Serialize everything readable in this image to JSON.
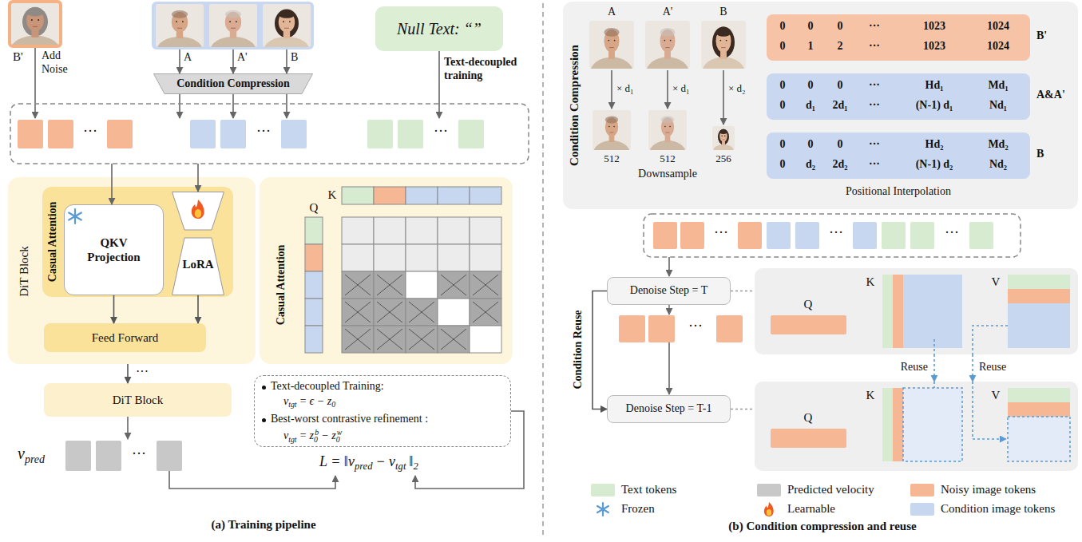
{
  "diagram": {
    "nodes": [
      {
        "text": [
          "Null Text: “”"
        ]
      },
      {
        "text": [
          "Condition Compression"
        ]
      },
      {
        "text": [
          "DiT Block"
        ]
      },
      {
        "text": [
          "Casual Attention"
        ],
        "in": 2
      },
      {
        "text": [
          "QKV Projection"
        ],
        "in": 3
      },
      {
        "text": [
          "LoRA"
        ],
        "in": 3
      },
      {
        "text": [
          "Feed Forward"
        ],
        "in": 2
      },
      {
        "text": [
          "Casual Attention"
        ]
      },
      {
        "text": [
          "DiT Block"
        ]
      },
      {
        "text": [
          "Text-decoupled Training:",
          "v",
          "tgt",
          "= ϵ − z",
          "0",
          "Best-worst contrastive refinement :",
          "v",
          "tgt",
          "= z",
          "0",
          "b",
          "− z",
          "0",
          "w"
        ]
      },
      {
        "text": [
          "Condition Compression"
        ]
      },
      {
        "text": [
          "0",
          "0",
          "0",
          "···",
          "1023",
          "1024",
          "0",
          "1",
          "2",
          "···",
          "1023",
          "1024",
          "B'"
        ],
        "in": 10
      },
      {
        "text": [
          "0",
          "0",
          "0",
          "···",
          "Hd₁",
          "Md₁",
          "0",
          "d₁",
          "2d₁",
          "···",
          "(N-1) d₁",
          "Nd₁",
          "A&A'"
        ],
        "in": 10
      },
      {
        "text": [
          "0",
          "0",
          "0",
          "···",
          "Hd₂",
          "Md₂",
          "0",
          "d₂",
          "2d₂",
          "···",
          "(N-1) d₂",
          "Nd₂",
          "B"
        ],
        "in": 10
      },
      {
        "text": [
          "Denoise Step = T"
        ]
      },
      {
        "text": [
          "Denoise Step = T-1"
        ]
      },
      {
        "text": [
          "Q",
          "K",
          "V"
        ]
      },
      {
        "text": [
          "Q",
          "K",
          "V"
        ]
      }
    ],
    "edges": [
      {
        "from": 4,
        "to": 6,
        "arrow": "to"
      },
      {
        "from": 5,
        "to": 6,
        "arrow": "to"
      },
      {
        "from": 2,
        "to": 8,
        "arrow": "to"
      },
      {
        "from": 14,
        "to": 15,
        "arrow": "to"
      },
      {
        "from": 14,
        "to": 16,
        "arrow": "none"
      },
      {
        "from": 15,
        "to": 17,
        "arrow": "none"
      },
      {
        "from": 16,
        "to": 17,
        "label": "Reuse",
        "arrow": "to"
      },
      {
        "from": 16,
        "to": 17,
        "label": "Reuse",
        "arrow": "to"
      }
    ],
    "labels": [
      "B'",
      "Add Noise",
      "A",
      "A'",
      "B",
      "Text-decoupled training",
      "···",
      "···",
      "···",
      "K",
      "Q",
      "···",
      "v",
      "pred",
      "···",
      "L = ‖v",
      "pred",
      "− v",
      "tgt",
      "‖",
      "2",
      "(a) Training pipeline",
      "A",
      "A'",
      "B",
      "× d₁",
      "× d₁",
      "× d₂",
      "512",
      "512",
      "256",
      "Downsample",
      "Positional Interpolation",
      "···",
      "···",
      "···",
      "Condition Reuse",
      "···",
      "(b) Condition compression and reuse"
    ],
    "legend": [
      {
        "text": "Text tokens",
        "color": "#d6ebcf"
      },
      {
        "text": "Predicted velocity",
        "color": "#c8c8c8"
      },
      {
        "text": "Noisy image tokens",
        "color": "#f6b894"
      },
      {
        "text": "Frozen"
      },
      {
        "text": "Learnable"
      },
      {
        "text": "Condition image tokens",
        "color": "#c7d7f0"
      }
    ]
  }
}
